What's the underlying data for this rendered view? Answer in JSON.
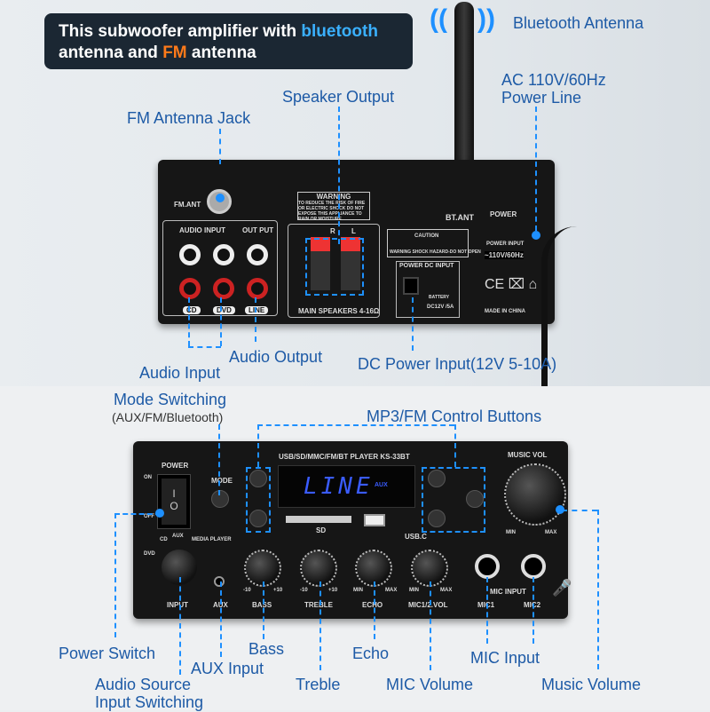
{
  "headline": {
    "part1": "This subwoofer amplifier with ",
    "highlight1": "bluetooth",
    "part2": "antenna and ",
    "highlight2": "FM",
    "part3": " antenna",
    "accent_blue": "#3ab0ff",
    "accent_orange": "#ff7a1a"
  },
  "callouts": {
    "bt_antenna": "Bluetooth Antenna",
    "ac_power_1": "AC 110V/60Hz",
    "ac_power_2": "Power Line",
    "speaker_output": "Speaker Output",
    "fm_jack": "FM Antenna Jack",
    "audio_input": "Audio Input",
    "audio_output": "Audio Output",
    "dc_power": "DC Power Input(12V 5-10A)",
    "mode_switching": "Mode Switching",
    "mode_sub": "(AUX/FM/Bluetooth)",
    "mp3_buttons": "MP3/FM Control Buttons",
    "power_switch": "Power Switch",
    "bass": "Bass",
    "aux_input": "AUX Input",
    "echo": "Echo",
    "mic_input": "MIC Input",
    "audio_source_1": "Audio Source",
    "audio_source_2": "Input Switching",
    "treble": "Treble",
    "mic_volume": "MIC Volume",
    "music_volume": "Music Volume",
    "color": "#1d5aa6"
  },
  "rear_panel": {
    "fm_ant": "FM.ANT",
    "audio_input": "AUDIO INPUT",
    "output": "OUT PUT",
    "cd": "CD",
    "dvd": "DVD",
    "line": "LINE",
    "warning": "WARNING",
    "warning_text": "TO REDUCE THE RISK OF FIRE OR ELECTRIC SHOCK DO NOT EXPOSE THIS APPLIANCE TO RAIN OR MOISTURE",
    "main_speakers": "MAIN SPEAKERS 4-16Ω",
    "r": "R",
    "l": "L",
    "bt_ant": "BT.ANT",
    "caution": "CAUTION",
    "shock": "WARNING SHOCK HAZARD-DO NOT OPEN",
    "power_dc": "POWER DC INPUT",
    "battery": "BATTERY",
    "dc_rating": "DC12V /5A",
    "power": "POWER",
    "power_input": "POWER INPUT",
    "voltage": "~110V/60Hz",
    "made_in": "MADE IN CHINA"
  },
  "front_panel": {
    "model": "USB/SD/MMC/FM/BT PLAYER  KS-33BT",
    "display": "LINE",
    "display_mode": "AUX",
    "power": "POWER",
    "on": "ON",
    "off": "OFF",
    "mode": "MODE",
    "sd": "SD",
    "usb": "USB.C",
    "music_vol": "MUSIC VOL",
    "min": "MIN",
    "max": "MAX",
    "cd": "CD",
    "aux_opt": "AUX",
    "media": "MEDIA PLAYER",
    "dvd": "DVD",
    "input": "INPUT",
    "aux": "AUX",
    "bass": "BASS",
    "treble": "TREBLE",
    "echo": "ECHO",
    "mic_vol": "MIC1/2.VOL",
    "minus10": "-10",
    "plus10": "+10",
    "mic_input": "MIC INPUT",
    "mic1": "MIC1",
    "mic2": "MIC2"
  }
}
